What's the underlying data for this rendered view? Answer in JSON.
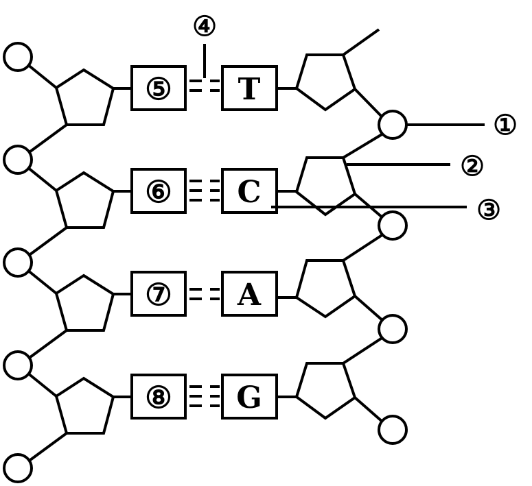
{
  "left_bases": [
    "⑤",
    "⑥",
    "⑦",
    "⑧"
  ],
  "right_bases": [
    "T",
    "C",
    "A",
    "G"
  ],
  "hydrogen_bonds": [
    2,
    3,
    2,
    3
  ],
  "callouts": {
    "c1": "①",
    "c2": "②",
    "c3": "③",
    "c4": "④"
  },
  "colors": {
    "stroke": "#000000",
    "background": "#ffffff"
  }
}
